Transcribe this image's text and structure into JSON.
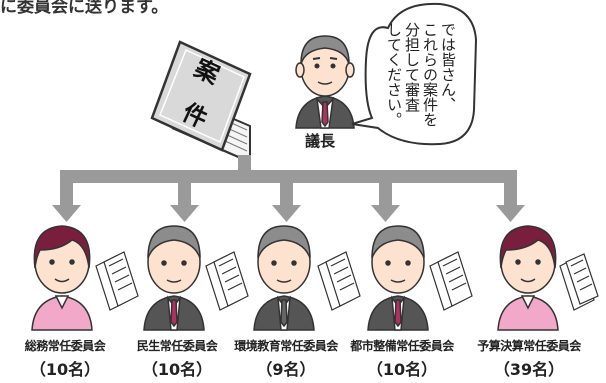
{
  "header_text": "に委員会に送ります。",
  "book": {
    "line1": "案",
    "line2": "件"
  },
  "chair": {
    "label": "議長",
    "speech_columns": [
      "では皆さん、",
      "これらの案件を",
      "分担して審査",
      "してください。"
    ]
  },
  "committees": [
    {
      "name": "総務常任委員会",
      "count": "（10名）",
      "gender": "female"
    },
    {
      "name": "民生常任委員会",
      "count": "（10名）",
      "gender": "male"
    },
    {
      "name": "環境教育常任委員会",
      "count": "（9名）",
      "gender": "male"
    },
    {
      "name": "都市整備常任委員会",
      "count": "（10名）",
      "gender": "male"
    },
    {
      "name": "予算決算常任委員会",
      "count": "（39名）",
      "gender": "female"
    }
  ],
  "colors": {
    "arrow": "#9a9a9a",
    "book_cover": "#d9d9d9",
    "female_hair": "#7a1e3e",
    "female_jacket": "#f2a8c8",
    "male_hair": "#8c8c8c",
    "male_suit": "#555555",
    "male_tie": "#b03060",
    "skin": "#fde3cf"
  }
}
